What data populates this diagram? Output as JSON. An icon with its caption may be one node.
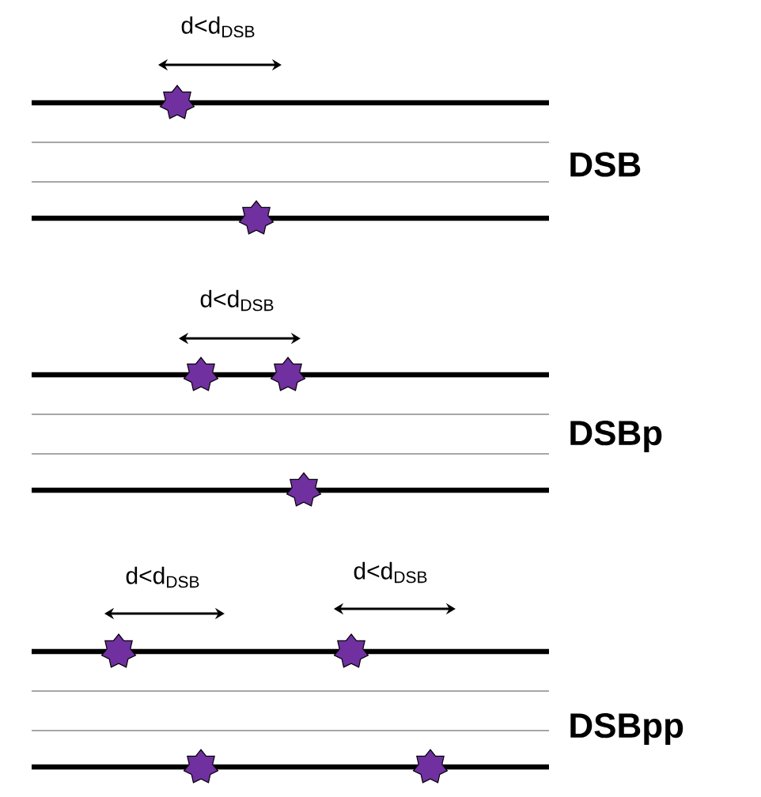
{
  "diagram": {
    "labels": [
      "d<d$_{DSB}$",
      "DSB",
      "d<d$_{DSB}$",
      "DSBp",
      "d<d$_{DSB}$",
      "d<d$_{DSB}$",
      "DSBpp"
    ]
  }
}
